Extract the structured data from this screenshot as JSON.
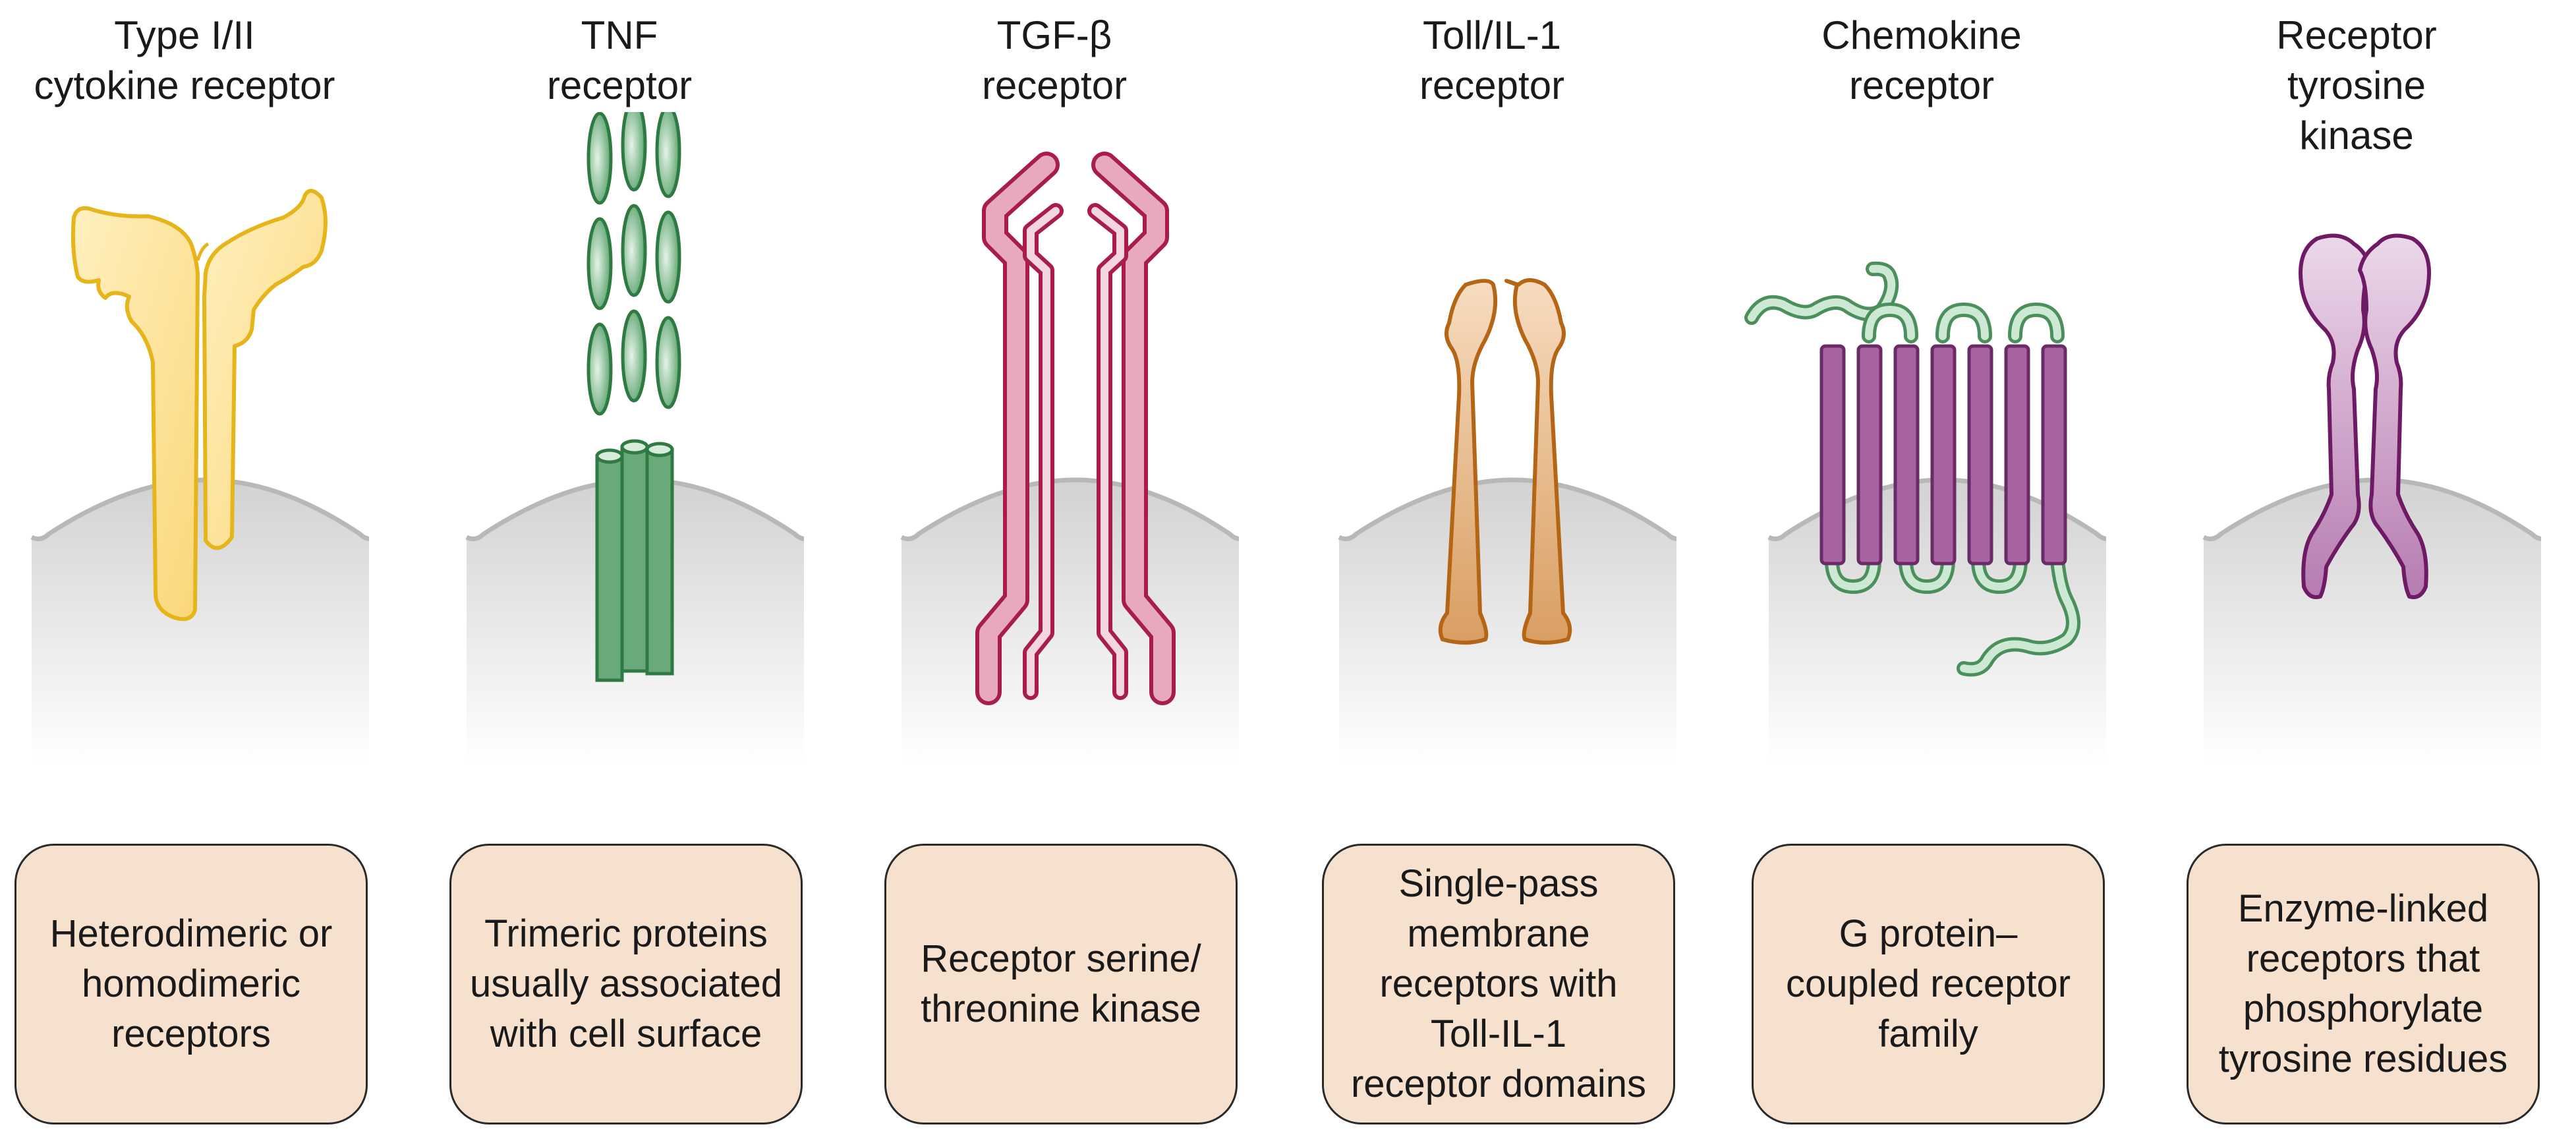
{
  "receptors": [
    {
      "title_lines": [
        "Type I/II",
        "cytokine receptor"
      ],
      "desc_lines": [
        "Heterodimeric or",
        "homodimeric",
        "receptors"
      ],
      "color": "#f0c020"
    },
    {
      "title_lines": [
        "TNF",
        "receptor"
      ],
      "desc_lines": [
        "Trimeric proteins",
        "usually associated",
        "with cell surface"
      ],
      "color": "#3e8e50"
    },
    {
      "title_lines": [
        "TGF-β",
        "receptor"
      ],
      "desc_lines": [
        "Receptor serine/",
        "threonine kinase"
      ],
      "color": "#c0285c"
    },
    {
      "title_lines": [
        "Toll/IL-1",
        "receptor"
      ],
      "desc_lines": [
        "Single-pass",
        "membrane",
        "receptors with",
        "Toll-IL-1",
        "receptor domains"
      ],
      "color": "#b86a1c"
    },
    {
      "title_lines": [
        "Chemokine",
        "receptor"
      ],
      "desc_lines": [
        "G protein–",
        "coupled receptor",
        "family"
      ],
      "color": "#8a3a84"
    },
    {
      "title_lines": [
        "Receptor",
        "tyrosine",
        "kinase"
      ],
      "desc_lines": [
        "Enzyme-linked",
        "receptors that",
        "phosphorylate",
        "tyrosine residues"
      ],
      "color": "#7a1f6e"
    }
  ]
}
